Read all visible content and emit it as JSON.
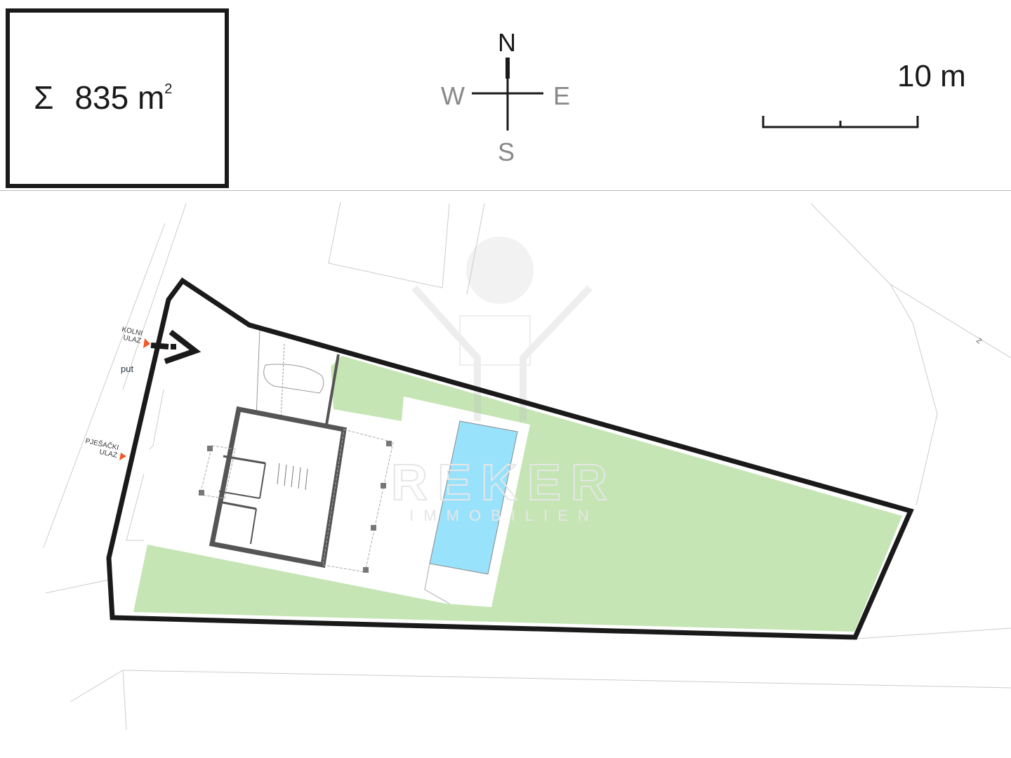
{
  "area": {
    "symbol": "Σ",
    "value": "835 m",
    "superscript": "2"
  },
  "compass": {
    "n": "N",
    "s": "S",
    "e": "E",
    "w": "W"
  },
  "scale": {
    "label": "10 m"
  },
  "plan": {
    "kolni_ulaz": [
      "KOLNI",
      "ULAZ"
    ],
    "put": "put",
    "pjesacki_ulaz": [
      "PJEŠAČKI",
      "ULAZ"
    ],
    "marker": "Z",
    "watermark": {
      "name": "REKER",
      "sub": "IMMOBILIEN"
    },
    "colors": {
      "lawn": "#c5e5b4",
      "pool": "#99e2fb",
      "boundary": "#1a1a1a",
      "arrow": "#f05a28"
    }
  }
}
